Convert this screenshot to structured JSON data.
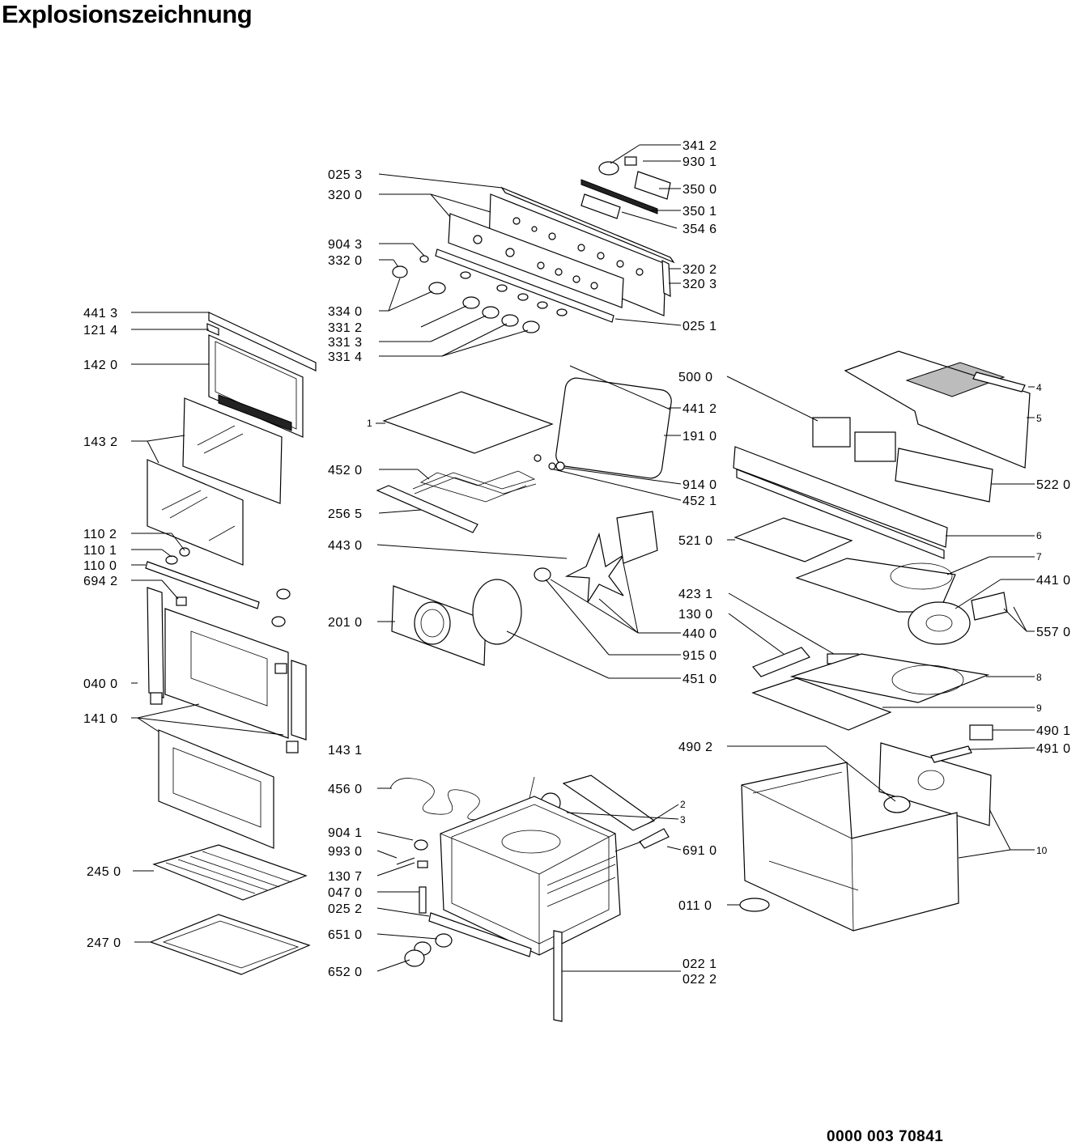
{
  "title": "Explosionszeichnung",
  "document_number": "0000 003 70841",
  "labels": {
    "l3412": "341 2",
    "l9301": "930 1",
    "l3500": "350 0",
    "l3501": "350 1",
    "l3546": "354 6",
    "l0253": "025 3",
    "l3200": "320 0",
    "l9043": "904 3",
    "l3320": "332 0",
    "l3202": "320 2",
    "l3203": "320 3",
    "l3340": "334 0",
    "l3312": "331 2",
    "l3313": "331 3",
    "l3314": "331 4",
    "l0251": "025 1",
    "l4413": "441 3",
    "l1214": "121 4",
    "l1420": "142 0",
    "l1432": "143 2",
    "l1": "1",
    "l4412": "441 2",
    "l1910": "191 0",
    "l5000": "500 0",
    "l4": "4",
    "l5": "5",
    "l4520": "452 0",
    "l2565": "256 5",
    "l9140": "914 0",
    "l4521": "452 1",
    "l5220": "522 0",
    "l1102": "110 2",
    "l1101": "110 1",
    "l1100": "110 0",
    "l6942": "694 2",
    "l4430": "443 0",
    "l5210": "521 0",
    "l6": "6",
    "l7": "7",
    "l4410": "441 0",
    "l2010": "201 0",
    "l4231": "423 1",
    "l1300": "130 0",
    "l4400": "440 0",
    "l5570": "557 0",
    "l9150": "915 0",
    "l0400": "040 0",
    "l4510": "451 0",
    "l8": "8",
    "l1410": "141 0",
    "l9": "9",
    "l4901": "490 1",
    "l1431": "143 1",
    "l4902": "490 2",
    "l4910": "491 0",
    "l4560": "456 0",
    "l2": "2",
    "l3": "3",
    "l9041": "904 1",
    "l9930": "993 0",
    "l6910": "691 0",
    "l10": "10",
    "l1307": "130 7",
    "l2450": "245 0",
    "l0470": "047 0",
    "l0252": "025 2",
    "l0110": "011 0",
    "l6510": "651 0",
    "l2470": "247 0",
    "l0221": "022 1",
    "l0222": "022 2",
    "l6520": "652 0"
  }
}
